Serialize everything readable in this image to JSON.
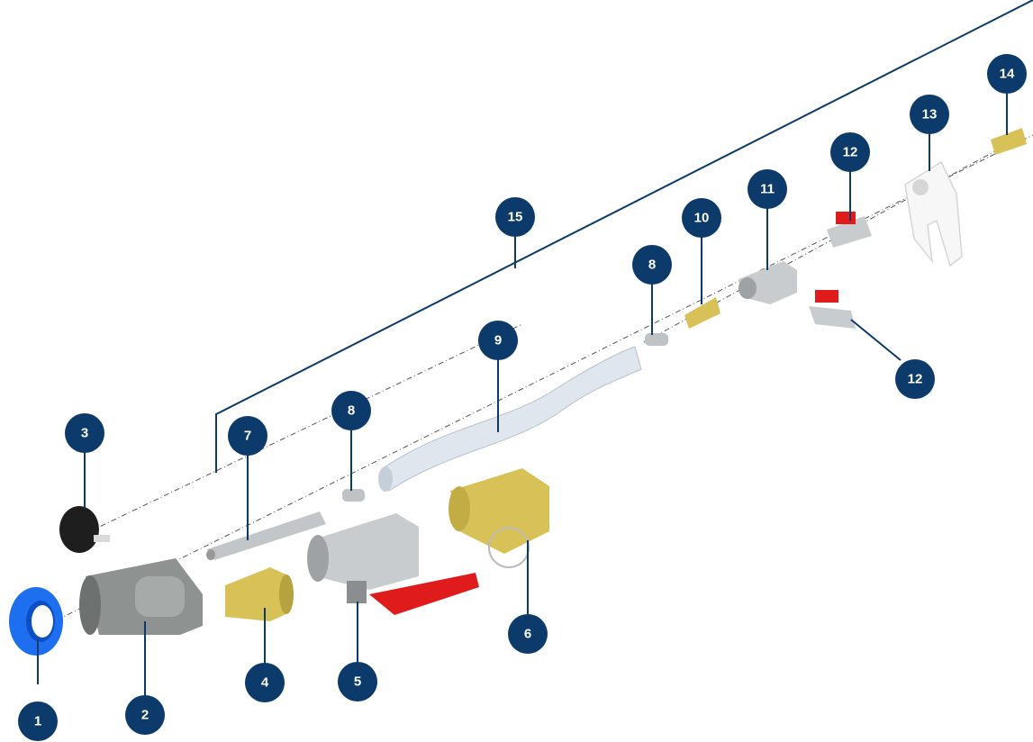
{
  "diagram": {
    "kind": "exploded-parts-view",
    "colors": {
      "badge": "#0c3a6b",
      "leader": "#0c3a6b",
      "blue_nut": "#1e6ef0",
      "grey_part": "#8e9391",
      "brass": "#d8c257",
      "handle_red": "#e01b1b",
      "steel": "#c9ccce",
      "black_knob": "#1e1e1e",
      "hose": "#dfe6ee"
    },
    "callouts": [
      {
        "id": "c1",
        "label": "1"
      },
      {
        "id": "c2",
        "label": "2"
      },
      {
        "id": "c3",
        "label": "3"
      },
      {
        "id": "c4",
        "label": "4"
      },
      {
        "id": "c5",
        "label": "5"
      },
      {
        "id": "c6",
        "label": "6"
      },
      {
        "id": "c7",
        "label": "7"
      },
      {
        "id": "c8a",
        "label": "8"
      },
      {
        "id": "c8b",
        "label": "8"
      },
      {
        "id": "c9",
        "label": "9"
      },
      {
        "id": "c10",
        "label": "10"
      },
      {
        "id": "c11",
        "label": "11"
      },
      {
        "id": "c12a",
        "label": "12"
      },
      {
        "id": "c12b",
        "label": "12"
      },
      {
        "id": "c13",
        "label": "13"
      },
      {
        "id": "c14",
        "label": "14"
      },
      {
        "id": "c15",
        "label": "15"
      }
    ]
  }
}
